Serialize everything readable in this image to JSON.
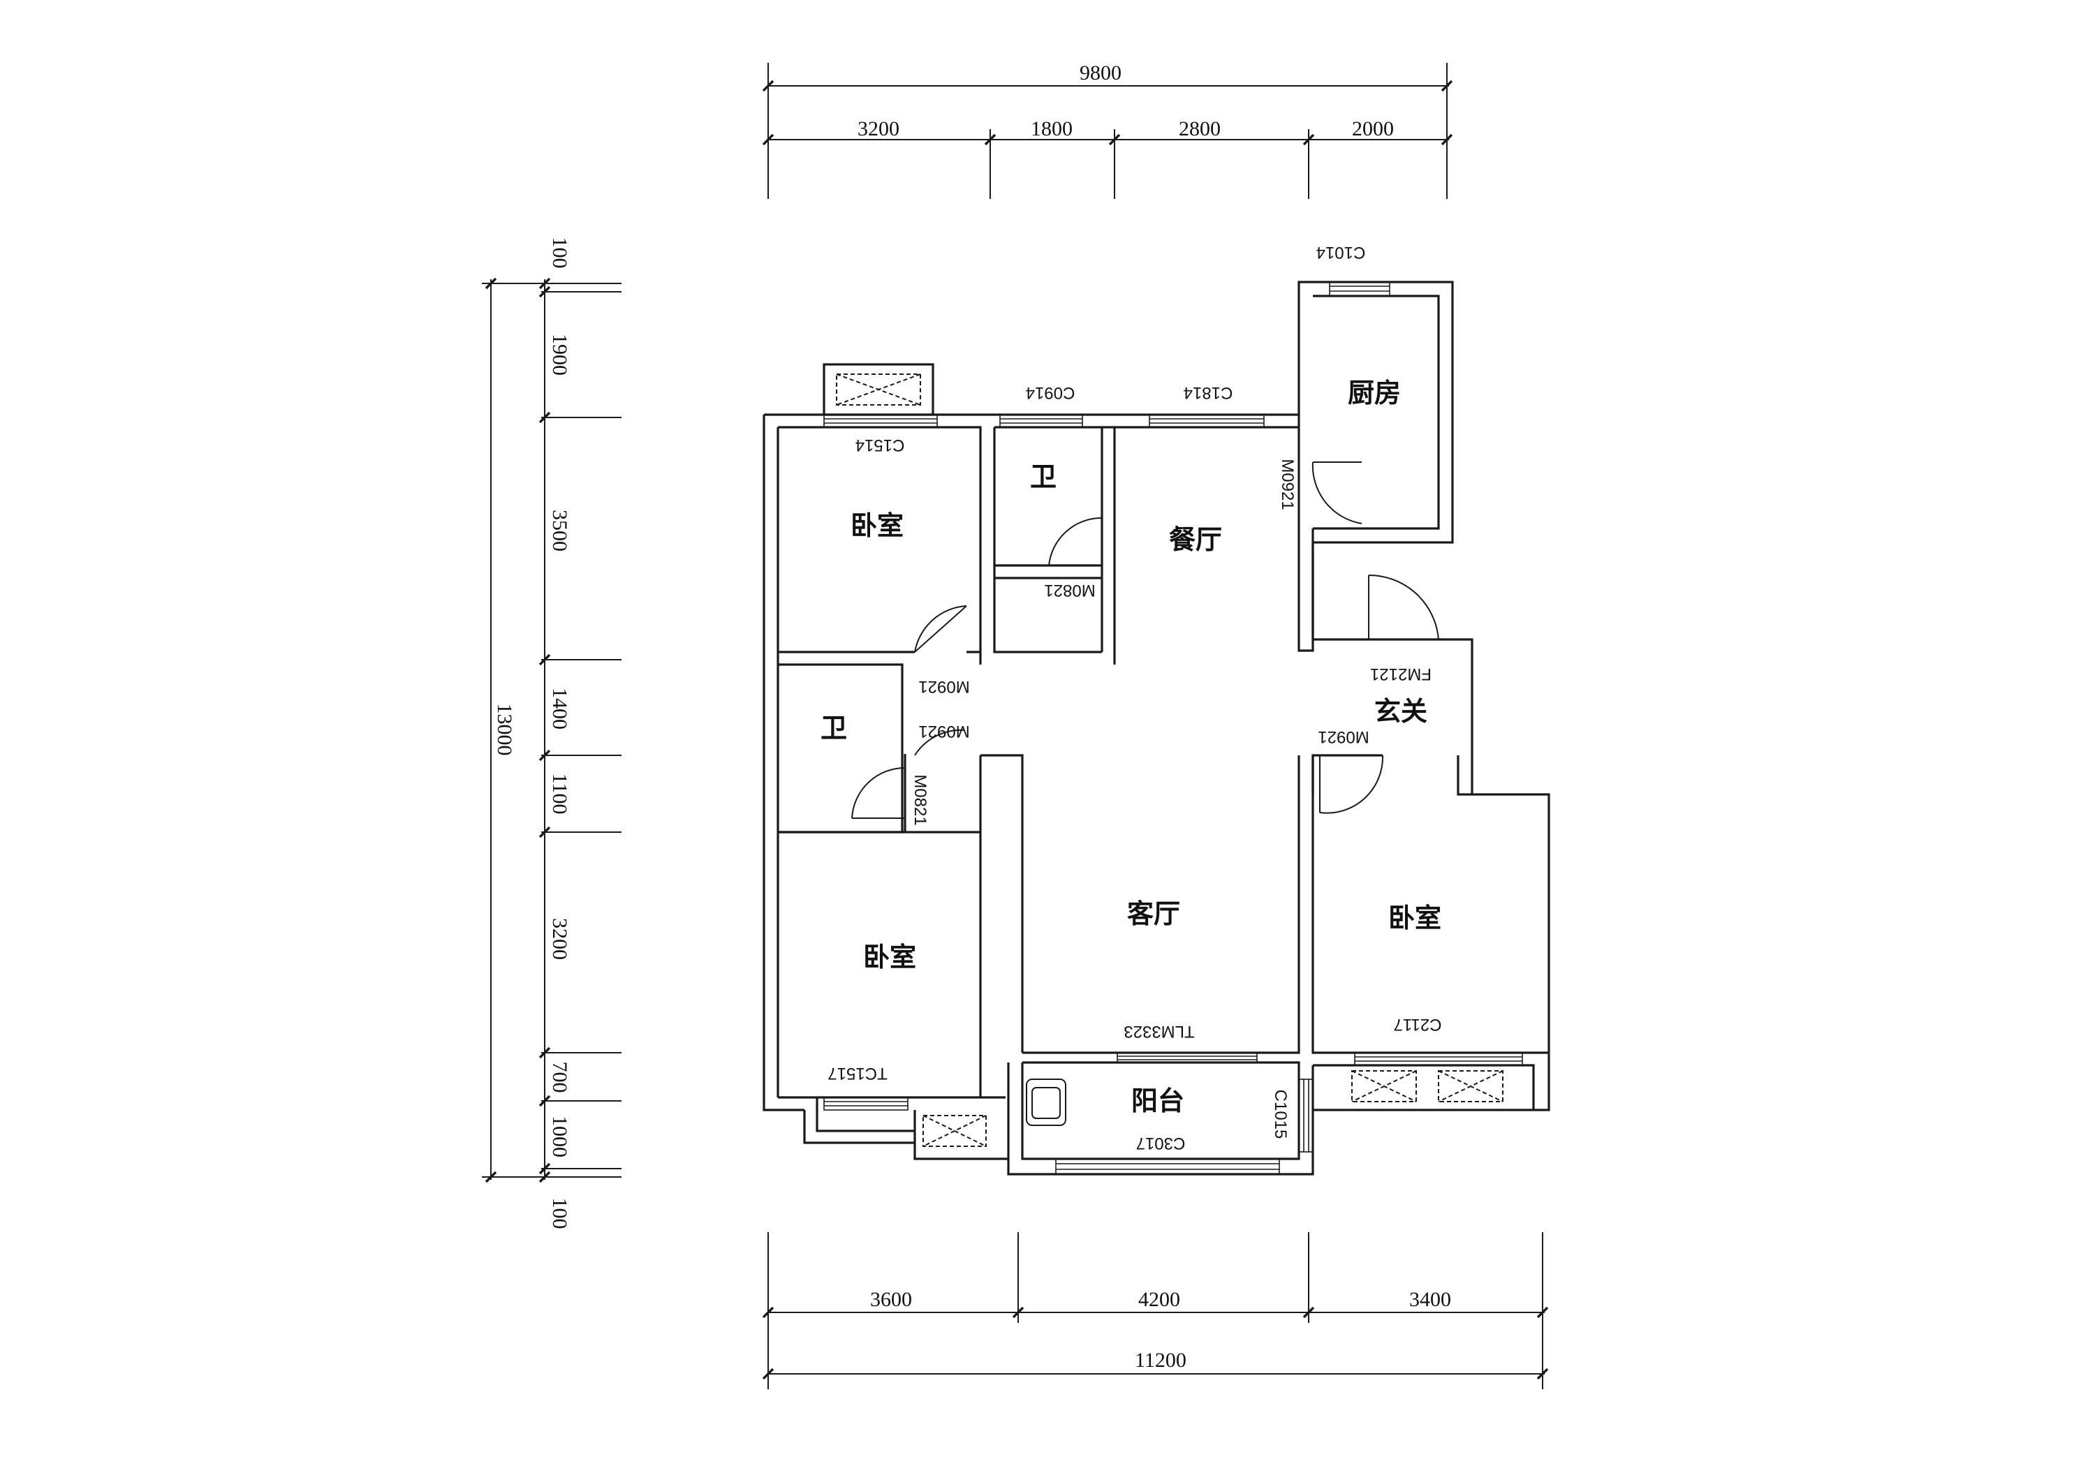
{
  "dimensions": {
    "top_total": "9800",
    "top_segments": [
      "3200",
      "1800",
      "2800",
      "2000"
    ],
    "left_total": "13000",
    "left_segments": [
      "100",
      "1900",
      "3500",
      "1400",
      "1100",
      "3200",
      "700",
      "1000",
      "100"
    ],
    "bottom_segments": [
      "3600",
      "4200",
      "3400"
    ],
    "bottom_total": "11200"
  },
  "rooms": {
    "kitchen": "厨房",
    "dining": "餐厅",
    "bath_top": "卫",
    "bath_left": "卫",
    "bedroom_top_left": "卧室",
    "bedroom_bottom_left": "卧室",
    "bedroom_right": "卧室",
    "living": "客厅",
    "foyer": "玄关",
    "balcony": "阳台"
  },
  "openings": {
    "c1014": "C1014",
    "c0914": "C0914",
    "c1814": "C1814",
    "c1514": "C1514",
    "m0921_kitchen": "M0921",
    "m0821_bath": "M0821",
    "fm2121": "FM2121",
    "m0921_bed1": "M0921",
    "m0921_bath2": "M0921",
    "m0821_bath2": "M0821",
    "m0921_bed3": "M0921",
    "tlm3323": "TLM3323",
    "c2117": "C2117",
    "tc1517": "TC1517",
    "c1015": "C1015",
    "c3017": "C3017"
  }
}
